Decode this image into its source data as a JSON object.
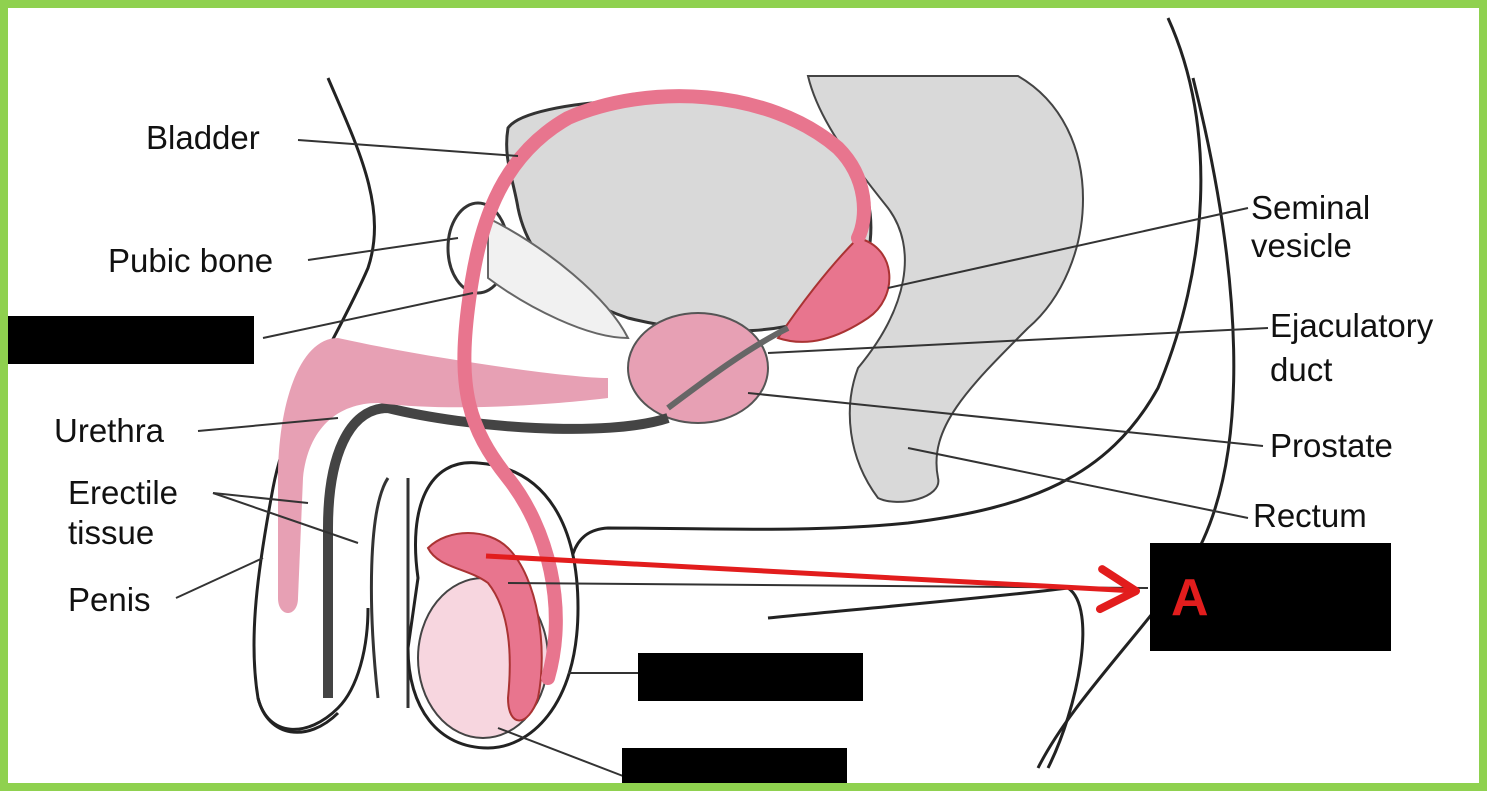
{
  "labels": {
    "bladder": "Bladder",
    "pubic_bone": "Pubic bone",
    "seminal_line1": "Seminal",
    "seminal_line2": "vesicle",
    "ejac_line1": "Ejaculatory",
    "ejac_line2": "duct",
    "prostate": "Prostate",
    "rectum": "Rectum",
    "urethra": "Urethra",
    "erectile_line1": "Erectile",
    "erectile_line2": "tissue",
    "penis": "Penis"
  },
  "marker_label": "A",
  "colors": {
    "frame": "#8fd14f",
    "organ_gray": "#d9d9d9",
    "duct_pink": "#e8758e",
    "tissue_pink": "#e7a0b4",
    "testis_pink": "#f7d6df",
    "arrow_red": "#e21d1d",
    "redaction": "#000000"
  }
}
